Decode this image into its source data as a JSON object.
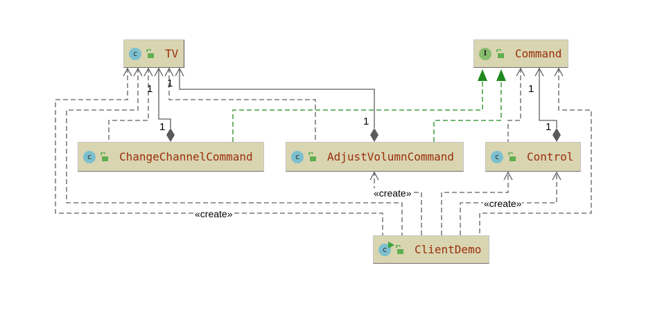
{
  "diagram": {
    "type": "UML class diagram",
    "colors": {
      "node_fill": "#d9d5b1",
      "name_text": "#9a2d0a",
      "class_icon": "#7cc0d0",
      "interface_icon": "#86bd6e",
      "dependency_line": "#5e5e5e",
      "realization_line": "#1f8a1f",
      "composition_diamond": "#5a5a5a"
    },
    "nodes": [
      {
        "id": "tv",
        "name": "TV",
        "kind": "class",
        "icon": "class-icon",
        "visibility_icon": "unlocked-icon"
      },
      {
        "id": "command",
        "name": "Command",
        "kind": "interface",
        "icon": "interface-icon",
        "visibility_icon": "unlocked-icon"
      },
      {
        "id": "change_channel",
        "name": "ChangeChannelCommand",
        "kind": "class",
        "icon": "class-icon",
        "visibility_icon": "unlocked-icon"
      },
      {
        "id": "adjust_volumn",
        "name": "AdjustVolumnCommand",
        "kind": "class",
        "icon": "class-icon",
        "visibility_icon": "unlocked-icon"
      },
      {
        "id": "control",
        "name": "Control",
        "kind": "class",
        "icon": "class-icon",
        "visibility_icon": "unlocked-icon"
      },
      {
        "id": "client_demo",
        "name": "ClientDemo",
        "kind": "class-runnable",
        "icon": "runnable-class-icon",
        "visibility_icon": "unlocked-icon"
      }
    ],
    "kind_letters": {
      "class": "c",
      "interface": "I"
    },
    "multiplicities": [
      "1",
      "1",
      "1",
      "1",
      "1",
      "1"
    ],
    "stereotypes": [
      "«create»",
      "«create»",
      "«create»"
    ],
    "edges": [
      {
        "from": "change_channel",
        "to": "tv",
        "type": "composition",
        "multiplicity": "1"
      },
      {
        "from": "adjust_volumn",
        "to": "tv",
        "type": "composition",
        "multiplicity": "1"
      },
      {
        "from": "control",
        "to": "command",
        "type": "composition",
        "multiplicity": "1"
      },
      {
        "from": "change_channel",
        "to": "command",
        "type": "realization"
      },
      {
        "from": "adjust_volumn",
        "to": "command",
        "type": "realization"
      },
      {
        "from": "change_channel",
        "to": "tv",
        "type": "dependency"
      },
      {
        "from": "adjust_volumn",
        "to": "tv",
        "type": "dependency"
      },
      {
        "from": "control",
        "to": "command",
        "type": "dependency"
      },
      {
        "from": "client_demo",
        "to": "tv",
        "type": "dependency",
        "label": "«create»"
      },
      {
        "from": "client_demo",
        "to": "tv",
        "type": "dependency"
      },
      {
        "from": "client_demo",
        "to": "adjust_volumn",
        "type": "dependency",
        "label": "«create»"
      },
      {
        "from": "client_demo",
        "to": "control",
        "type": "dependency"
      },
      {
        "from": "client_demo",
        "to": "control",
        "type": "dependency",
        "label": "«create»"
      },
      {
        "from": "client_demo",
        "to": "command",
        "type": "dependency"
      }
    ]
  }
}
